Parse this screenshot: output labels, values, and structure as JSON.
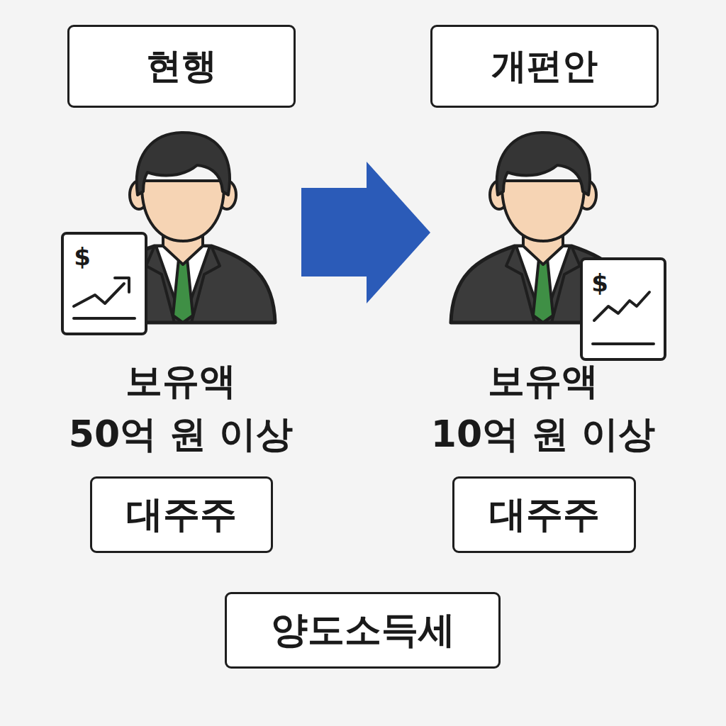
{
  "diagram": {
    "nodes": [
      {
        "text": [
          "현행"
        ]
      },
      {
        "text": [
          "개편안"
        ]
      },
      {
        "text": [
          "대주주"
        ]
      },
      {
        "text": [
          "대주주"
        ]
      },
      {
        "text": [
          "양도소득세"
        ]
      }
    ],
    "labels": [
      "$",
      "보유액 50억 원 이상",
      "$",
      "보유액 10억 원 이상"
    ]
  }
}
